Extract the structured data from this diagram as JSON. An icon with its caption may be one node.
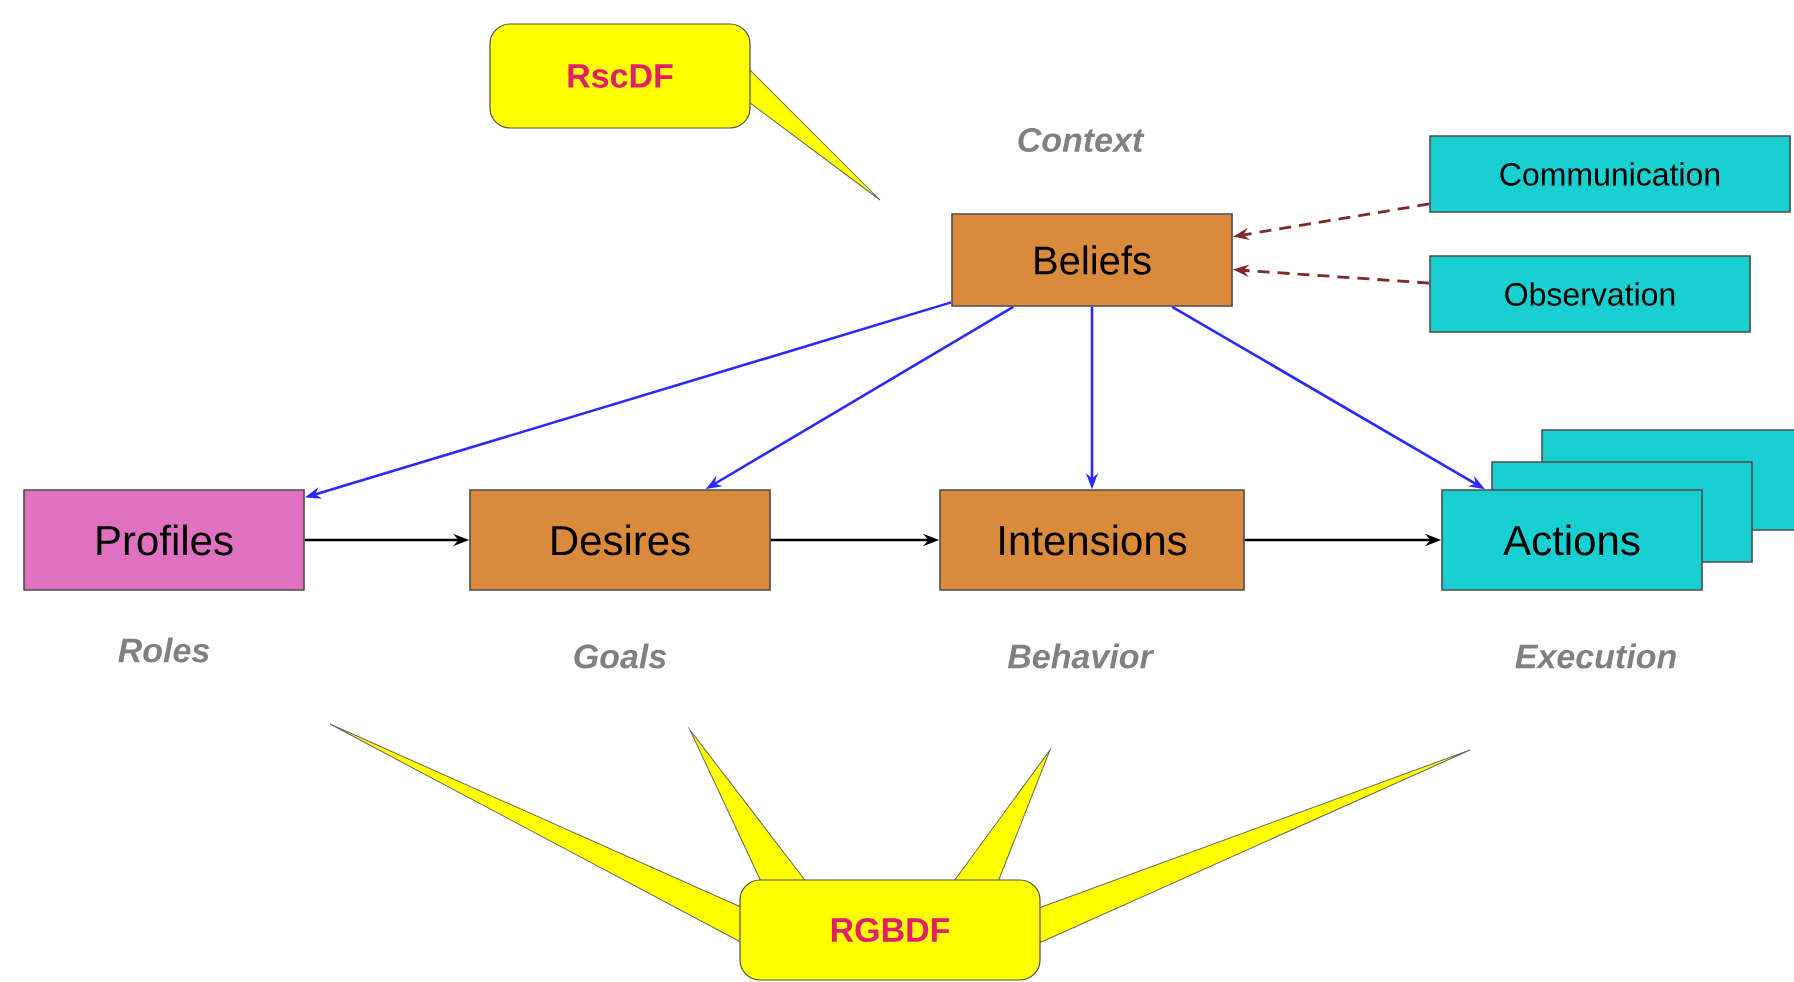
{
  "diagram": {
    "nodes": [
      {
        "text": [
          "RscDF"
        ]
      },
      {
        "text": [
          "Beliefs"
        ],
        "beside": [
          "Context"
        ]
      },
      {
        "text": [
          "Communication"
        ]
      },
      {
        "text": [
          "Observation"
        ]
      },
      {
        "text": [
          "Profiles"
        ],
        "beside": [
          "Roles"
        ]
      },
      {
        "text": [
          "Desires"
        ],
        "beside": [
          "Goals"
        ]
      },
      {
        "text": [
          "Intensions"
        ],
        "beside": [
          "Behavior"
        ]
      },
      {
        "text": [
          "Actions"
        ],
        "beside": [
          "Execution"
        ]
      },
      {
        "text": [
          "RGBDF"
        ]
      }
    ],
    "edges": [
      {
        "from": 2,
        "to": 1,
        "arrow": "to",
        "style": "dashed",
        "color": "#7f2a2a"
      },
      {
        "from": 3,
        "to": 1,
        "arrow": "to",
        "style": "dashed",
        "color": "#7f2a2a"
      },
      {
        "from": 1,
        "to": 4,
        "arrow": "to",
        "color": "#2a2aff"
      },
      {
        "from": 1,
        "to": 5,
        "arrow": "to",
        "color": "#2a2aff"
      },
      {
        "from": 1,
        "to": 6,
        "arrow": "to",
        "color": "#2a2aff"
      },
      {
        "from": 1,
        "to": 7,
        "arrow": "to",
        "color": "#2a2aff"
      },
      {
        "from": 4,
        "to": 5,
        "arrow": "to",
        "color": "#000000"
      },
      {
        "from": 5,
        "to": 6,
        "arrow": "to",
        "color": "#000000"
      },
      {
        "from": 6,
        "to": 7,
        "arrow": "to",
        "color": "#000000"
      }
    ]
  }
}
